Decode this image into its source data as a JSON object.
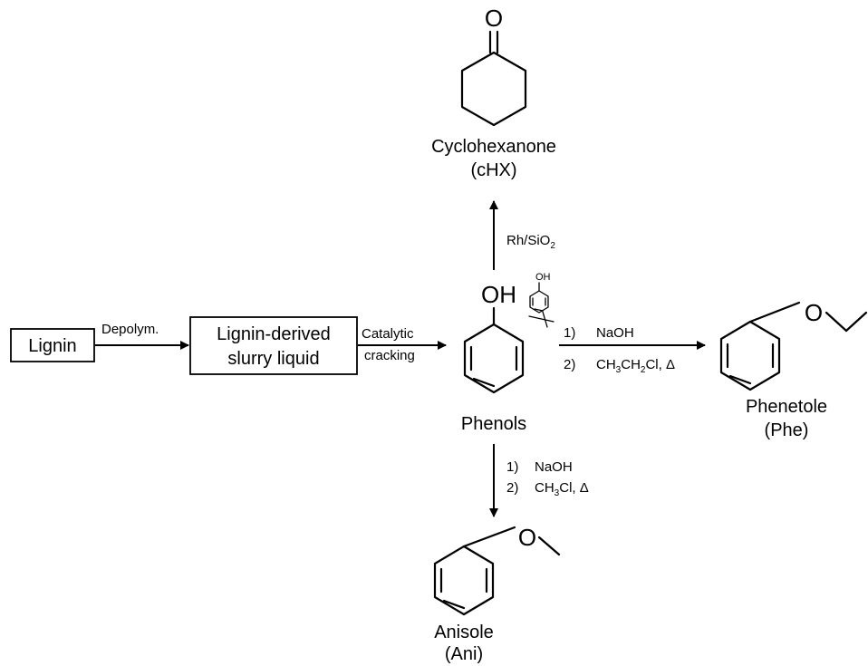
{
  "lignin": "Lignin",
  "depolym": "Depolym.",
  "slurry": {
    "line1": "Lignin-derived",
    "line2": "slurry liquid"
  },
  "cracking": {
    "line1": "Catalytic",
    "line2": "cracking"
  },
  "phenols": {
    "name": "Phenols",
    "oh": "OH",
    "oh_small": "OH"
  },
  "cyclohexanone": {
    "name": "Cyclohexanone",
    "abbr": "(cHX)",
    "o": "O"
  },
  "rh": {
    "prefix": "Rh/SiO",
    "sub": "2"
  },
  "phenetole": {
    "name": "Phenetole",
    "abbr": "(Phe)",
    "o": "O",
    "step1_num": "1)",
    "step1": "NaOH",
    "step2_num": "2)",
    "step2_a": "CH",
    "step2_b": "3",
    "step2_c": "CH",
    "step2_d": "2",
    "step2_e": "Cl, Δ"
  },
  "anisole": {
    "name": "Anisole",
    "abbr": "(Ani)",
    "o": "O",
    "step1_num": "1)",
    "step1": "NaOH",
    "step2_num": "2)",
    "step2_a": "CH",
    "step2_b": "3",
    "step2_c": "Cl, Δ"
  }
}
